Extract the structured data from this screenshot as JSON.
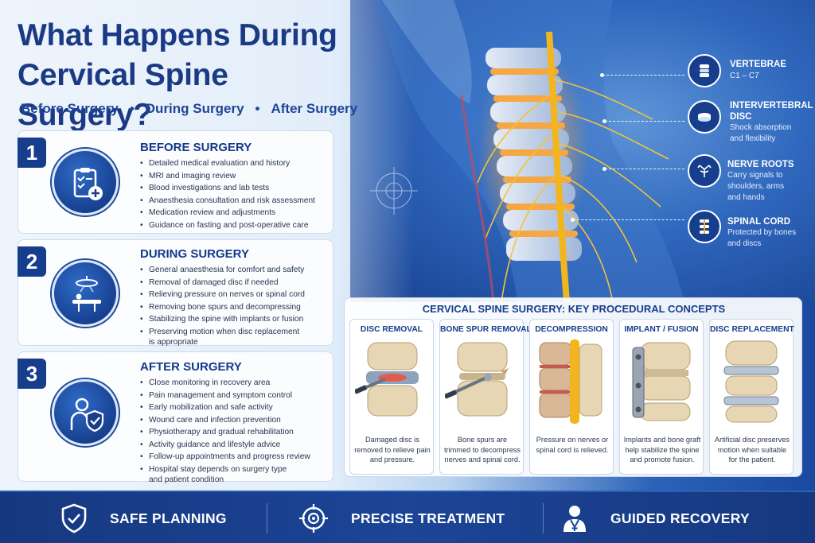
{
  "title": "What Happens During Cervical Spine Surgery?",
  "phases": [
    "Before Surgery",
    "During Surgery",
    "After Surgery"
  ],
  "phase_separator": "•",
  "steps": [
    {
      "number": "1",
      "icon": "clipboard-medical-icon",
      "heading": "BEFORE SURGERY",
      "items": [
        "Detailed medical evaluation and history",
        "MRI and imaging review",
        "Blood investigations and lab tests",
        "Anaesthesia consultation and risk assessment",
        "Medication review and adjustments",
        "Guidance on fasting and post-operative care"
      ]
    },
    {
      "number": "2",
      "icon": "operating-table-icon",
      "heading": "DURING SURGERY",
      "items": [
        "General anaesthesia for comfort and safety",
        "Removal of damaged disc if needed",
        "Relieving pressure on nerves or spinal cord",
        "Removing bone spurs and decompressing",
        "Stabilizing the spine with implants or fusion",
        "Preserving motion when disc replacement",
        "is appropriate"
      ]
    },
    {
      "number": "3",
      "icon": "patient-shield-icon",
      "heading": "AFTER SURGERY",
      "items": [
        "Close monitoring in recovery area",
        "Pain management and symptom control",
        "Early mobilization and safe activity",
        "Wound care and infection prevention",
        "Physiotherapy and gradual rehabilitation",
        "Activity guidance and lifestyle advice",
        "Follow-up appointments and progress review",
        "Hospital stay depends on surgery type",
        "and patient condition"
      ]
    }
  ],
  "anatomy_labels": [
    {
      "title": "VERTEBRAE",
      "desc": "C1 – C7",
      "icon": "vertebra-icon"
    },
    {
      "title": "INTERVERTEBRAL DISC",
      "desc": "Shock absorption and flexibility",
      "icon": "disc-icon"
    },
    {
      "title": "NERVE ROOTS",
      "desc": "Carry signals to shoulders, arms and hands",
      "icon": "nerve-icon"
    },
    {
      "title": "SPINAL CORD",
      "desc": "Protected by bones and discs",
      "icon": "spinal-cord-icon"
    }
  ],
  "procedures": {
    "title": "CERVICAL SPINE SURGERY: KEY PROCEDURAL CONCEPTS",
    "items": [
      {
        "name": "DISC REMOVAL",
        "desc": "Damaged disc is removed to relieve pain and pressure."
      },
      {
        "name": "BONE SPUR REMOVAL",
        "desc": "Bone spurs are trimmed to decompress nerves and spinal cord."
      },
      {
        "name": "DECOMPRESSION",
        "desc": "Pressure on nerves or spinal cord is relieved."
      },
      {
        "name": "IMPLANT / FUSION",
        "desc": "Implants and bone graft help stabilize the spine and promote fusion."
      },
      {
        "name": "DISC REPLACEMENT",
        "desc": "Artificial disc preserves motion when suitable for the patient."
      }
    ]
  },
  "bottom_bar": [
    {
      "label": "SAFE PLANNING",
      "icon": "shield-check-icon"
    },
    {
      "label": "PRECISE TREATMENT",
      "icon": "target-icon"
    },
    {
      "label": "GUIDED RECOVERY",
      "icon": "doctor-icon"
    }
  ],
  "colors": {
    "navy": "#163e8c",
    "title_blue": "#1b3a85",
    "nerve_yellow": "#f2b51d",
    "disc_red": "#e25a4f"
  }
}
